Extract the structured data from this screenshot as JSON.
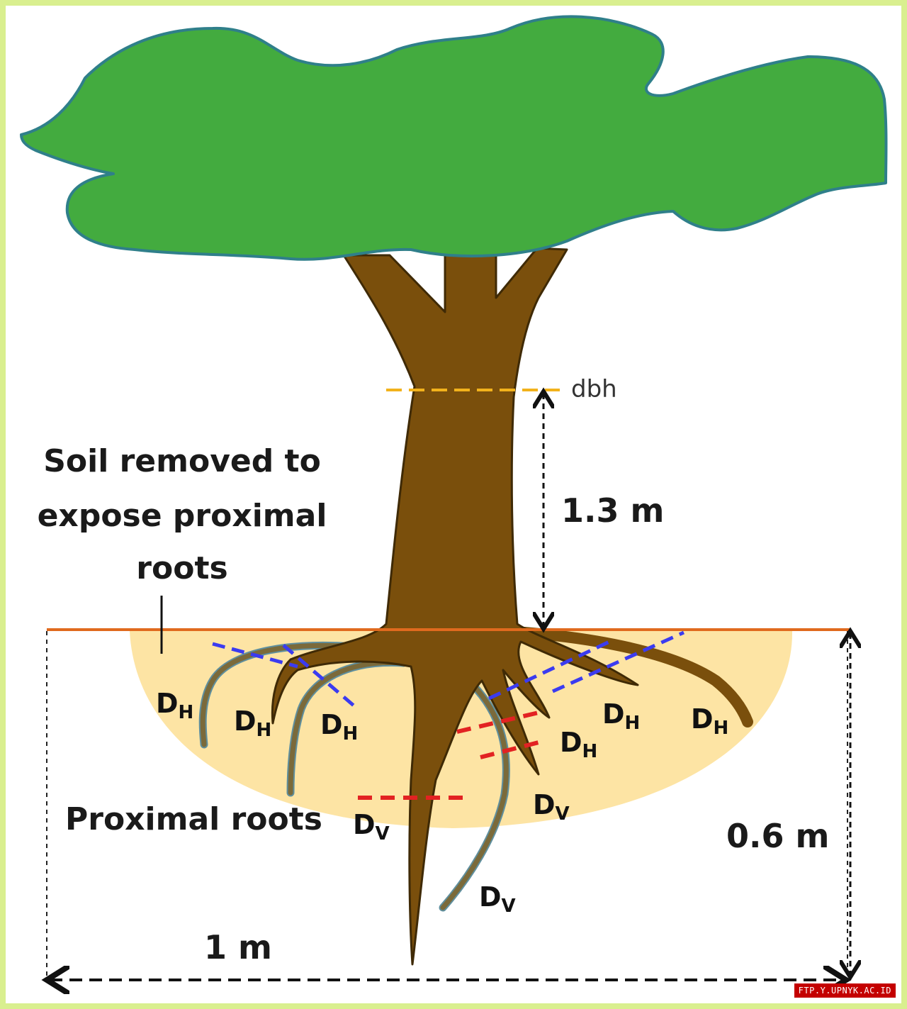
{
  "colors": {
    "border": "#d9ef8f",
    "canopy": "#43ab3f",
    "canopy_edge": "#2f7f8a",
    "trunk": "#7a4f0c",
    "trunk_edge": "#3f2a06",
    "soil_pit": "#fde4a4",
    "ground_line": "#e06a1e",
    "dbh_line": "#f2b21c",
    "horizontal_cut": "#3b3bf0",
    "vertical_cut": "#e22222",
    "proximal_root": "#7b6a3a",
    "proximal_root_edge": "#5f8f9e"
  },
  "labels": {
    "dbh": "dbh",
    "height": "1.3 m",
    "soil_removed": [
      "Soil removed to",
      "expose proximal",
      "roots"
    ],
    "proximal_roots": "Proximal roots",
    "depth": "0.6 m",
    "width": "1 m",
    "d_main": "D",
    "sub_h": "H",
    "sub_v": "V"
  },
  "watermark": "FTP.Y.UPNYK.AC.ID"
}
